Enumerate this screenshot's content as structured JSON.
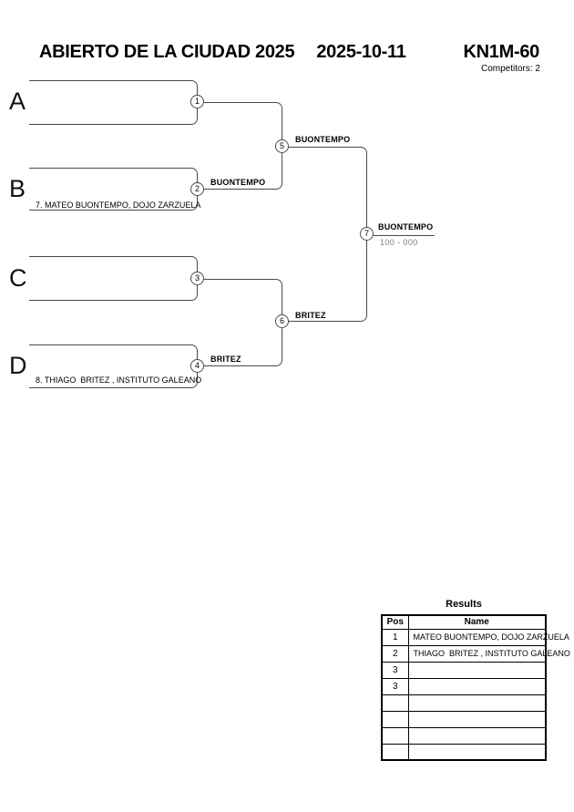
{
  "header": {
    "title": "ABIERTO DE LA CIUDAD 2025",
    "date": "2025-10-11",
    "category": "KN1M-60",
    "competitors": "Competitors: 2"
  },
  "bracket": {
    "slots": [
      {
        "letter": "A",
        "name": ""
      },
      {
        "letter": "B",
        "name": "7. MATEO BUONTEMPO, DOJO ZARZUELA"
      },
      {
        "letter": "C",
        "name": ""
      },
      {
        "letter": "D",
        "name": "8. THIAGO  BRITEZ , INSTITUTO GALEANO"
      }
    ],
    "matches": [
      {
        "n": "1",
        "winner": ""
      },
      {
        "n": "2",
        "winner": "BUONTEMPO"
      },
      {
        "n": "3",
        "winner": ""
      },
      {
        "n": "4",
        "winner": "BRITEZ"
      },
      {
        "n": "5",
        "winner": "BUONTEMPO"
      },
      {
        "n": "6",
        "winner": "BRITEZ"
      },
      {
        "n": "7",
        "winner": "BUONTEMPO",
        "score": "100 - 000"
      }
    ]
  },
  "results": {
    "title": "Results",
    "columns": {
      "pos": "Pos",
      "name": "Name"
    },
    "rows": [
      {
        "pos": "1",
        "name": "MATEO BUONTEMPO, DOJO ZARZUELA"
      },
      {
        "pos": "2",
        "name": "THIAGO  BRITEZ , INSTITUTO GALEANO"
      },
      {
        "pos": "3",
        "name": ""
      },
      {
        "pos": "3",
        "name": ""
      },
      {
        "pos": "",
        "name": ""
      },
      {
        "pos": "",
        "name": ""
      },
      {
        "pos": "",
        "name": ""
      },
      {
        "pos": "",
        "name": ""
      }
    ]
  },
  "colors": {
    "line": "#4a4a4a",
    "text": "#000000",
    "score": "#7d7d88"
  }
}
